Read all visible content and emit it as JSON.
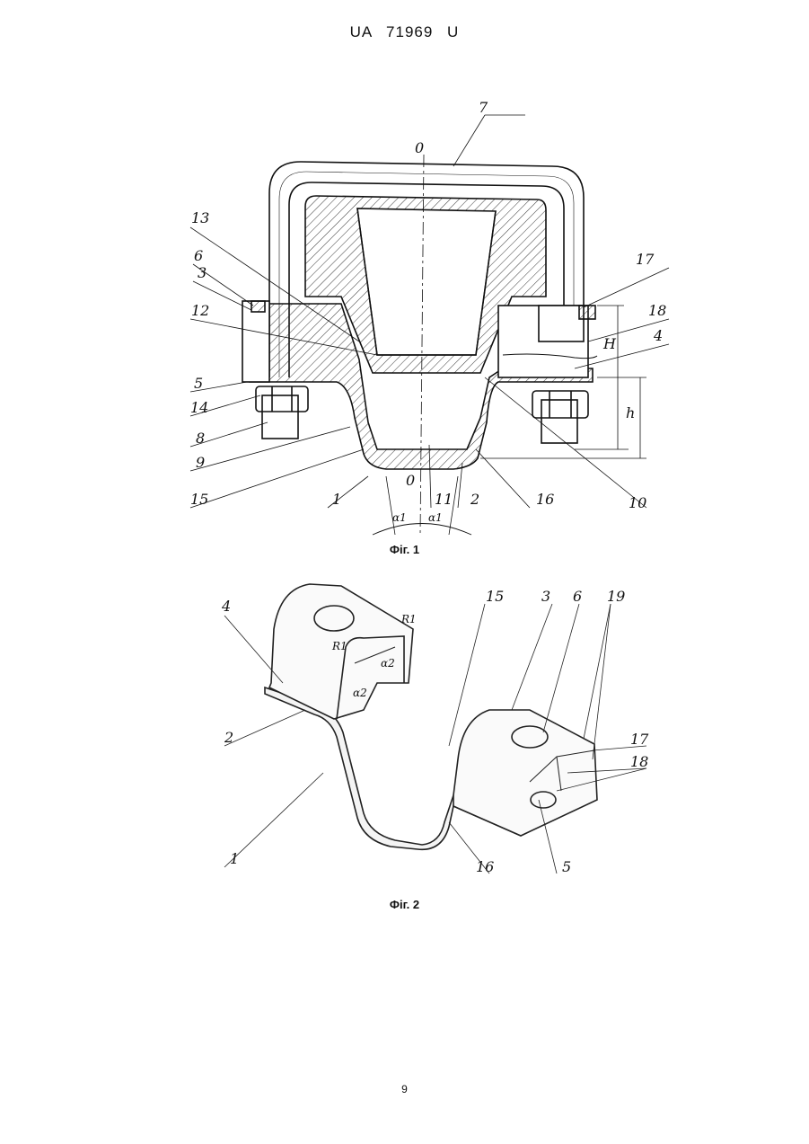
{
  "header": {
    "patent_number": "UA   71969   U"
  },
  "figure1": {
    "caption": "Фіг. 1",
    "labels": {
      "l7": "7",
      "l0top": "0",
      "l13": "13",
      "l6": "6",
      "l3": "3",
      "l12": "12",
      "l5": "5",
      "l14": "14",
      "l8": "8",
      "l9": "9",
      "l15": "15",
      "l1": "1",
      "l0bot": "0",
      "l11": "11",
      "l2": "2",
      "l16": "16",
      "l10": "10",
      "l17": "17",
      "l18": "18",
      "l4": "4",
      "lH": "H",
      "lh": "h",
      "la1a": "α1",
      "la1b": "α1"
    }
  },
  "figure2": {
    "caption": "Фіг. 2",
    "labels": {
      "l4": "4",
      "l2": "2",
      "l1": "1",
      "lR1a": "R1",
      "lR1b": "R1",
      "la2a": "α2",
      "la2b": "α2",
      "l15": "15",
      "l3": "3",
      "l6": "6",
      "l19": "19",
      "l17": "17",
      "l18": "18",
      "l5": "5",
      "l16": "16"
    }
  },
  "page_number": "9"
}
